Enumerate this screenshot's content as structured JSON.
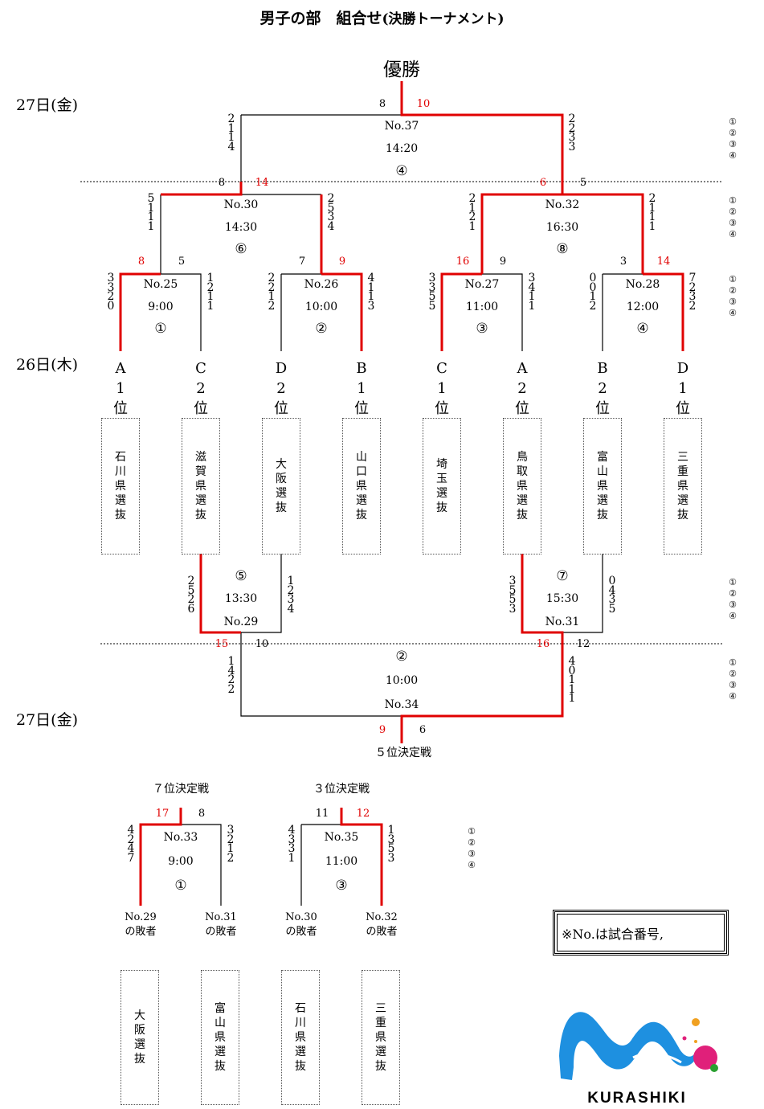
{
  "title": {
    "main": "男子の部　組合せ",
    "paren": "(決勝トーナメント)"
  },
  "champion_label": "優勝",
  "day_labels": {
    "day27_top": "27日(金)",
    "day26": "26日(木)",
    "day27_bottom": "27日(金)"
  },
  "final": {
    "match_no": "No.37",
    "time": "14:20",
    "court": "④",
    "score_left": "8",
    "score_right": "10",
    "sets_left": "2114",
    "sets_right": "2233"
  },
  "semis": [
    {
      "match_no": "No.30",
      "time": "14:30",
      "court": "⑥",
      "score_left": "8",
      "score_right": "14",
      "sets_left": "5111",
      "sets_right": "2534"
    },
    {
      "match_no": "No.32",
      "time": "16:30",
      "court": "⑧",
      "score_left": "6",
      "score_right": "5",
      "sets_left": "2121",
      "sets_right": "2111"
    }
  ],
  "quarters": [
    {
      "match_no": "No.25",
      "time": "9:00",
      "court": "①",
      "score_left": "8",
      "score_right": "5",
      "sets_left": "3320",
      "sets_right": "1211"
    },
    {
      "match_no": "No.26",
      "time": "10:00",
      "court": "②",
      "score_left": "7",
      "score_right": "9",
      "sets_left": "2212",
      "sets_right": "4113"
    },
    {
      "match_no": "No.27",
      "time": "11:00",
      "court": "③",
      "score_left": "16",
      "score_right": "9",
      "sets_left": "3355",
      "sets_right": "3411"
    },
    {
      "match_no": "No.28",
      "time": "12:00",
      "court": "④",
      "score_left": "3",
      "score_right": "14",
      "sets_left": "0012",
      "sets_right": "7232"
    }
  ],
  "teams": [
    {
      "group": "A",
      "rank": "1",
      "unit": "位",
      "name": "石川県選抜"
    },
    {
      "group": "C",
      "rank": "2",
      "unit": "位",
      "name": "滋賀県選抜"
    },
    {
      "group": "D",
      "rank": "2",
      "unit": "位",
      "name": "大阪選抜"
    },
    {
      "group": "B",
      "rank": "1",
      "unit": "位",
      "name": "山口県選抜"
    },
    {
      "group": "C",
      "rank": "1",
      "unit": "位",
      "name": "埼玉選抜"
    },
    {
      "group": "A",
      "rank": "2",
      "unit": "位",
      "name": "鳥取県選抜"
    },
    {
      "group": "B",
      "rank": "2",
      "unit": "位",
      "name": "富山県選抜"
    },
    {
      "group": "D",
      "rank": "1",
      "unit": "位",
      "name": "三重県選抜"
    }
  ],
  "consolation": [
    {
      "match_no": "No.29",
      "time": "13:30",
      "court": "⑤",
      "score_left": "15",
      "score_right": "10",
      "sets_left": "2526",
      "sets_right": "1234"
    },
    {
      "match_no": "No.31",
      "time": "15:30",
      "court": "⑦",
      "score_left": "16",
      "score_right": "12",
      "sets_left": "3553",
      "sets_right": "0435"
    }
  ],
  "fifth_place": {
    "match_no": "No.34",
    "time": "10:00",
    "court": "②",
    "score_left": "9",
    "score_right": "6",
    "sets_left": "1422",
    "sets_right": "40111",
    "caption": "５位決定戦"
  },
  "seventh_place": {
    "caption": "７位決定戦",
    "match_no": "No.33",
    "time": "9:00",
    "court": "①",
    "score_left": "17",
    "score_right": "8",
    "sets_left": "4247",
    "sets_right": "3212",
    "left_entry": {
      "label": "No.29の敗者",
      "team": "大阪選抜"
    },
    "right_entry": {
      "label": "No.31の敗者",
      "team": "富山県選抜"
    }
  },
  "third_place": {
    "caption": "３位決定戦",
    "match_no": "No.35",
    "time": "11:00",
    "court": "③",
    "score_left": "11",
    "score_right": "12",
    "sets_left": "4331",
    "sets_right": "1353",
    "left_entry": {
      "label": "No.30の敗者",
      "team": "石川県選抜"
    },
    "right_entry": {
      "label": "No.32の敗者",
      "team": "三重県選抜"
    }
  },
  "set_legend": "①②③④",
  "note": "※No.は試合番号,",
  "logo_text": "KURASHIKI",
  "colors": {
    "winner_line": "#e00000",
    "line": "#000000",
    "logo_blue": "#1e90e0",
    "logo_pink": "#e0207a"
  }
}
